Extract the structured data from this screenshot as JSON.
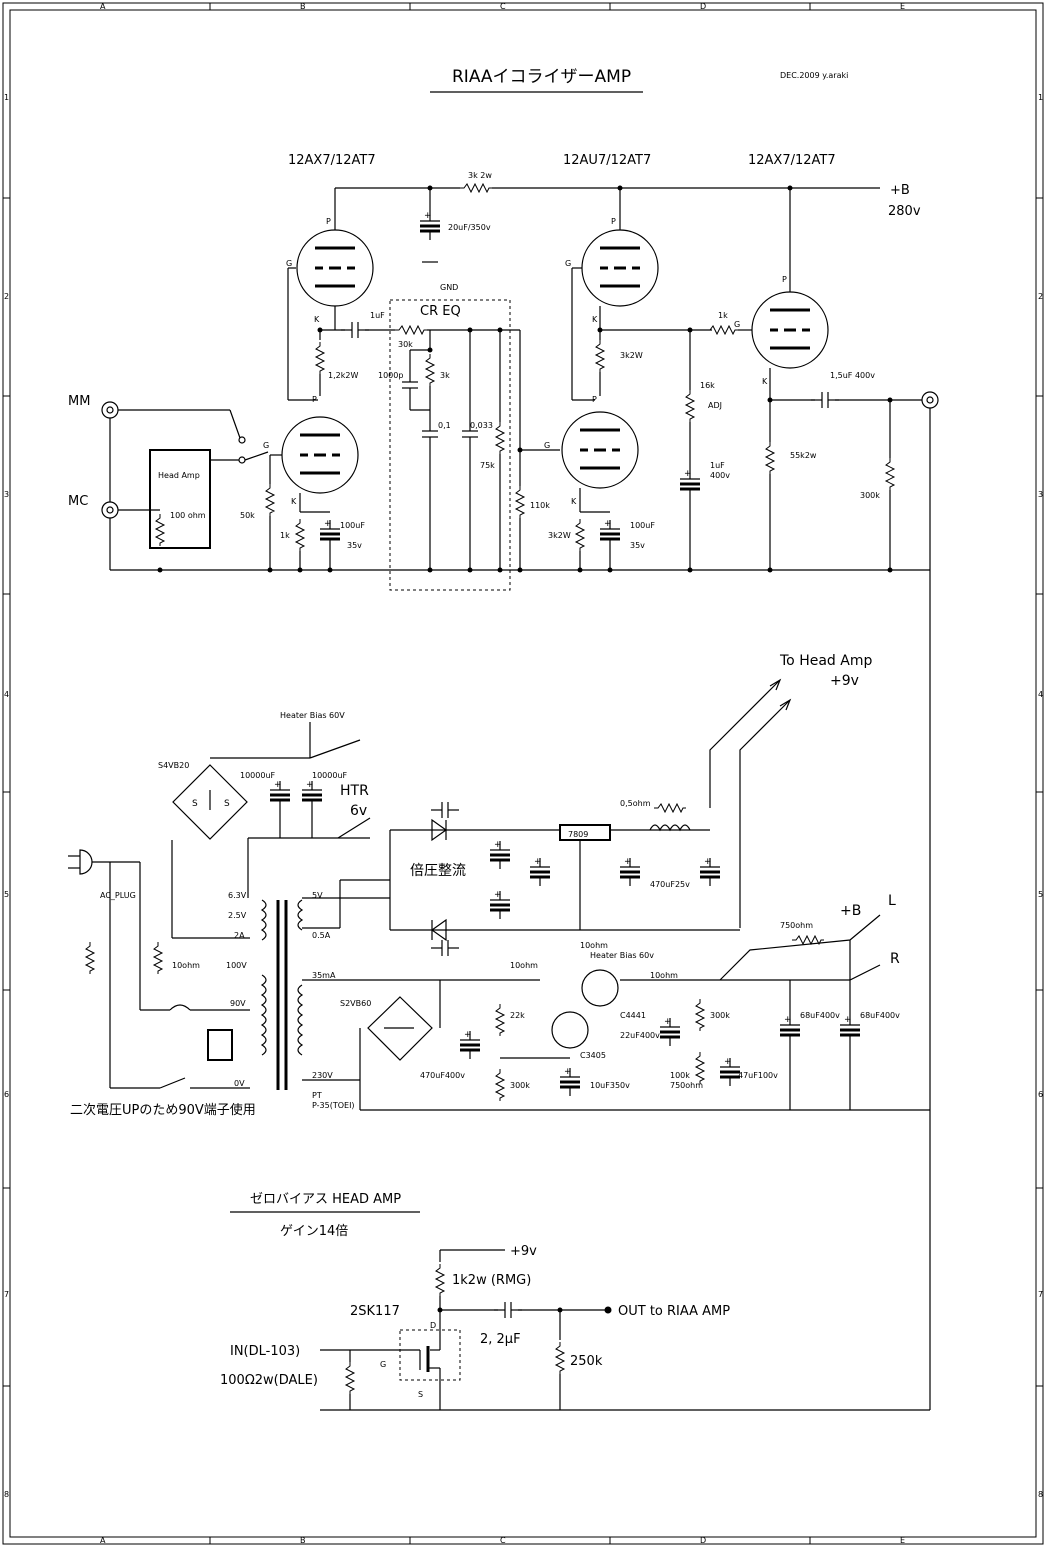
{
  "title": "RIAAイコライザーAMP",
  "author_date": "DEC.2009  y.araki",
  "grid": {
    "columns": [
      "A",
      "B",
      "C",
      "D",
      "E"
    ],
    "rows": [
      "1",
      "2",
      "3",
      "4",
      "5",
      "6",
      "7",
      "8"
    ]
  },
  "tubes": {
    "v1": "12AX7/12AT7",
    "v2": "12AU7/12AT7",
    "v3": "12AX7/12AT7"
  },
  "pins": {
    "plate": "P",
    "grid": "G",
    "cathode": "K"
  },
  "labels": {
    "b_plus": "+B",
    "b_voltage": "280v",
    "r_3k2w": "3k 2w",
    "c_20uf": "20uF/350v",
    "gnd": "GND",
    "cr_eq": "CR EQ",
    "c_1uf": "1uF",
    "r_30k": "30k",
    "c_1000p": "1000p",
    "r_3k": "3k",
    "c_01": "0,1",
    "c_0033": "0,033",
    "r_75k": "75k",
    "r_110k": "110k",
    "r_12k2w": "1,2k2W",
    "r_50k": "50k",
    "r_1k": "1k",
    "c_100uf": "100uF",
    "v_35": "35v",
    "r_3k2w_b": "3k2W",
    "r_16k": "16k",
    "adj": "ADJ",
    "c_1uf400": "1uF",
    "v_400": "400v",
    "r_1k_b": "1k",
    "c_15uf": "1,5uF  400v",
    "r_55k2w": "55k2w",
    "r_300k": "300k",
    "mm": "MM",
    "mc": "MC",
    "head_amp": "Head Amp",
    "r_100ohm": "100 ohm"
  },
  "psu": {
    "to_head_amp": "To  Head  Amp",
    "plus9v": "+9v",
    "heater_bias": "Heater Bias 60V",
    "s4vb20": "S4VB20",
    "c_10000uf": "10000uF",
    "htr": "HTR",
    "htr_v": "6v",
    "r_05ohm": "0,5ohm",
    "reg_7809": "7809",
    "baiatsu": "倍圧整流",
    "c_470uf25": "470uF25v",
    "ac_plug": "AC_PLUG",
    "r_10ohm": "10ohm",
    "tap_63": "6.3V",
    "tap_25": "2.5V",
    "tap_2a": "2A",
    "tap_5v": "5V",
    "tap_05a": "0.5A",
    "tap_100v": "100V",
    "tap_90v": "90V",
    "tap_0v": "0V",
    "tap_35ma": "35mA",
    "tap_230v": "230V",
    "s2vb60": "S2VB60",
    "c_470uf400": "470uF400v",
    "pt": "PT",
    "pt_model": "P-35(TOEI)",
    "note_90v": "二次電圧UPのため90V端子使用",
    "r_10ohm_b": "10ohm",
    "r_10ohm_c": "10ohm",
    "heater_bias_b": "Heater Bias 60v",
    "r_10ohm_d": "10ohm",
    "r_22k": "22k",
    "r_300k_b": "300k",
    "q_c4441": "C4441",
    "q_c3405": "C3405",
    "c_10uf350": "10uF350v",
    "c_22uf400": "22uF400v",
    "r_300k_c": "300k",
    "r_100k": "100k",
    "r_750ohm": "750ohm",
    "c_47uf100": "47uF100v",
    "r_750ohm_b": "750ohm",
    "c_68uf400": "68uF400v",
    "c_68uf400_b": "68uF400v",
    "b_plus": "+B",
    "out_l": "L",
    "out_r": "R"
  },
  "head_amp": {
    "title": "ゼロバイアス HEAD AMP",
    "gain": "ゲイン14倍",
    "plus9v": "+9v",
    "r_load": "1k2w  (RMG)",
    "fet": "2SK117",
    "drain": "D",
    "gate": "G",
    "source": "S",
    "c_out": "2,  2μF",
    "out": "OUT  to RIAA AMP",
    "r_out": "250k",
    "input": "IN(DL-103)",
    "r_in": "100Ω2w(DALE)"
  }
}
